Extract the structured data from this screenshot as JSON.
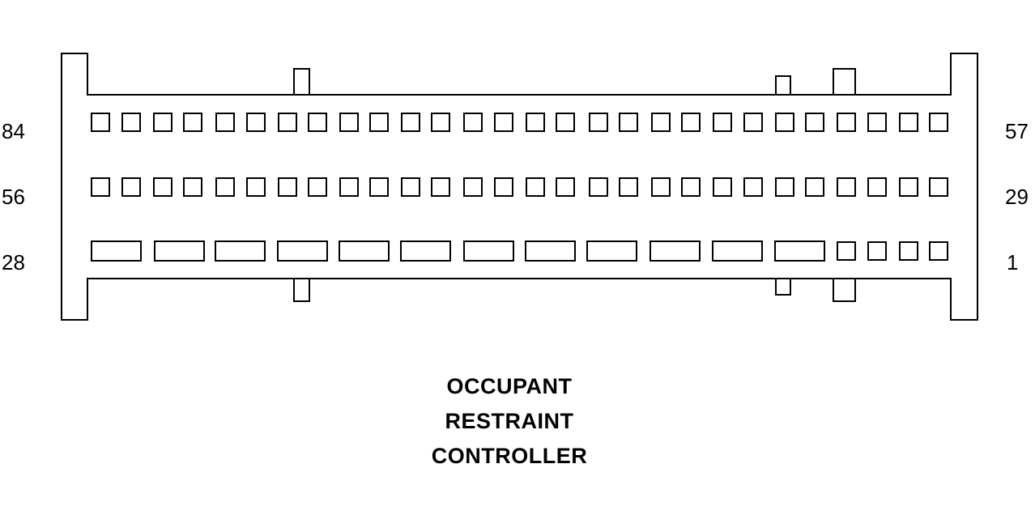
{
  "connector": {
    "name_lines": [
      "OCCUPANT",
      "RESTRAINT",
      "CONTROLLER"
    ],
    "rows": [
      {
        "left_pin": "84",
        "right_pin": "57",
        "cavity_count": 28
      },
      {
        "left_pin": "56",
        "right_pin": "29",
        "cavity_count": 28
      },
      {
        "left_pin": "28",
        "right_pin": "1",
        "cavity_count": 16,
        "wide_cavity_count": 12,
        "small_cavity_count": 4
      }
    ]
  },
  "colors": {
    "line": "#000000",
    "background": "#ffffff"
  }
}
